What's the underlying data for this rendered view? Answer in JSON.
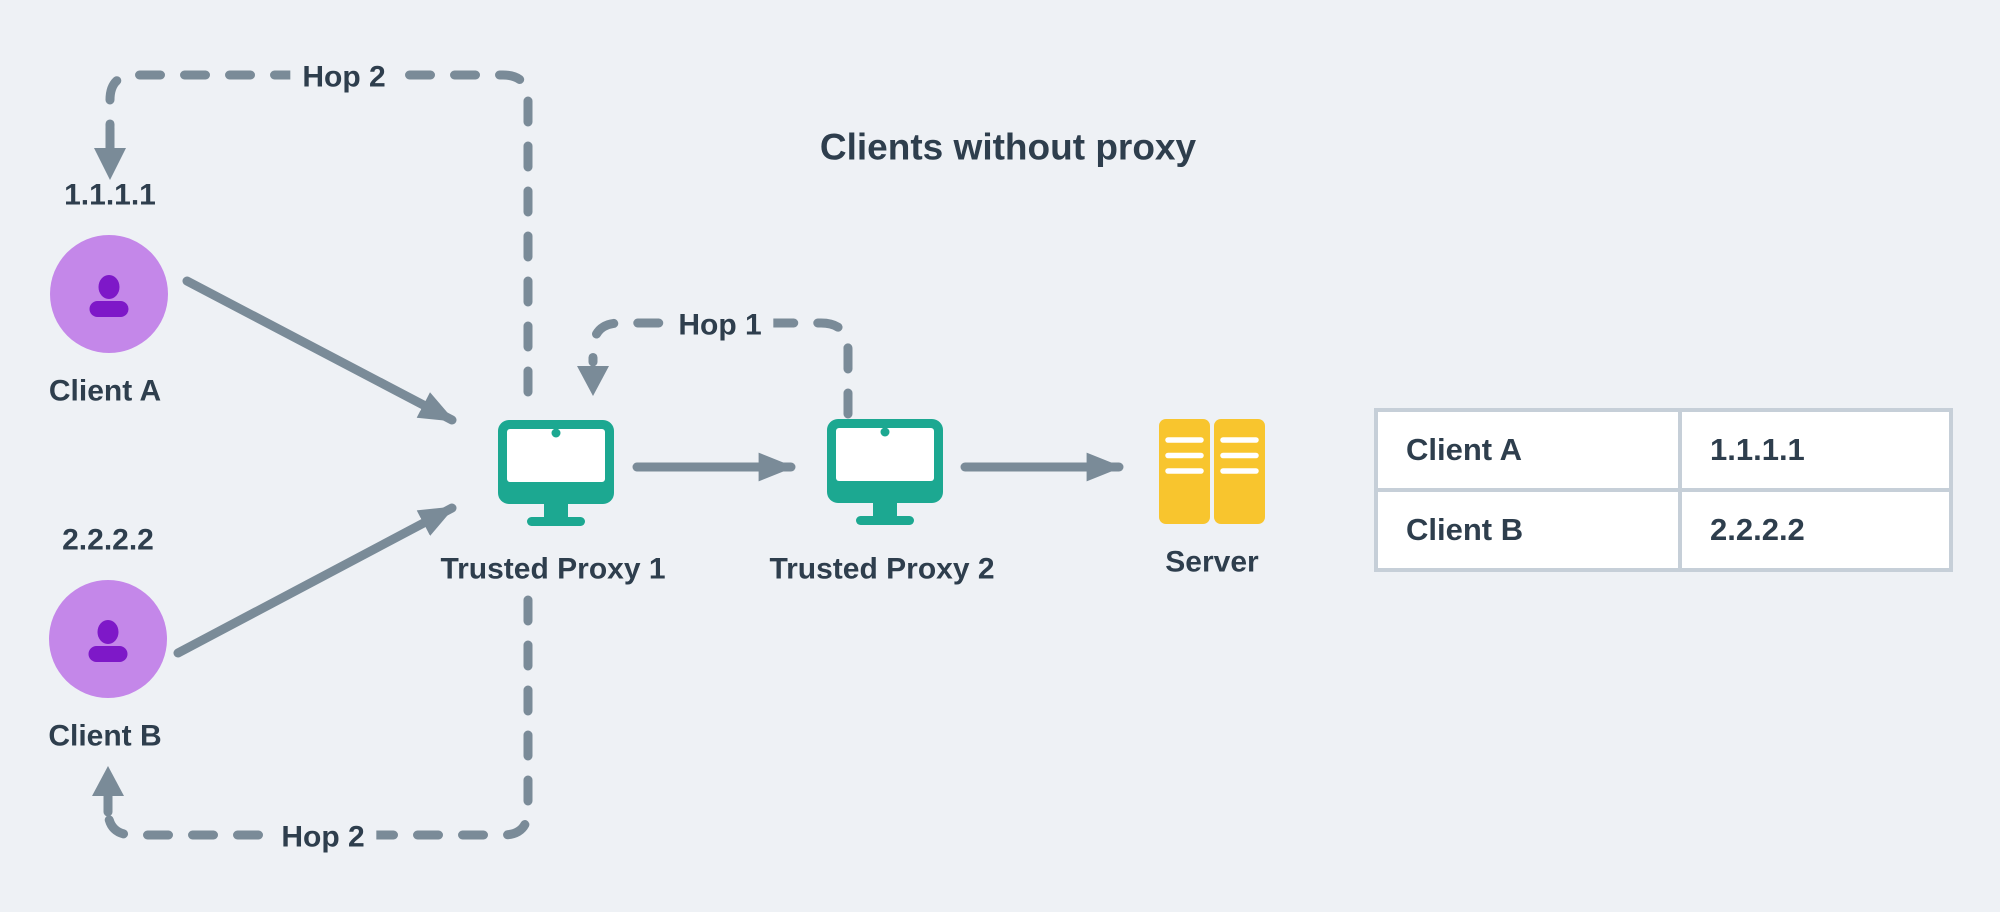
{
  "title": "Clients without proxy",
  "hops": {
    "top": "Hop 2",
    "middle": "Hop 1",
    "bottom": "Hop 2"
  },
  "clients": [
    {
      "label": "Client A",
      "ip": "1.1.1.1"
    },
    {
      "label": "Client B",
      "ip": "2.2.2.2"
    }
  ],
  "proxies": [
    {
      "label": "Trusted Proxy 1"
    },
    {
      "label": "Trusted Proxy 2"
    }
  ],
  "server": {
    "label": "Server"
  },
  "table": {
    "rows": [
      {
        "client": "Client A",
        "ip": "1.1.1.1"
      },
      {
        "client": "Client B",
        "ip": "2.2.2.2"
      }
    ]
  },
  "colors": {
    "background": "#EEF1F5",
    "text": "#2E3E4D",
    "line": "#7A8B98",
    "teal": "#1CA891",
    "yellow": "#F8C52E",
    "purple_light": "#C487E9",
    "purple_dark": "#7E18C8",
    "table_border": "#C6CFD8"
  }
}
